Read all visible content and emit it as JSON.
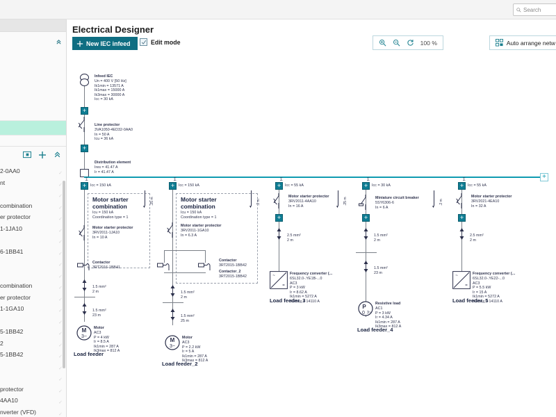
{
  "topbar": {
    "search_placeholder": "Search",
    "search_icon": "search-icon"
  },
  "left_panel": {
    "collapse_icon": "chevron-double-up-icon",
    "tools": [
      {
        "name": "new-folder-icon",
        "label": ""
      },
      {
        "name": "add-icon",
        "label": ""
      },
      {
        "name": "collapse-all-icon",
        "label": ""
      }
    ],
    "tree_items": [
      "2-0AA0",
      "nt",
      "",
      " combination",
      "er protector",
      "1-1JA10",
      "",
      "6-1BB41",
      "",
      "",
      " combination",
      "er protector",
      "1-1GA10",
      "",
      "5-1BB42",
      "2",
      "5-1BB42",
      "",
      "",
      " protector",
      "4AA10",
      "nverter (VFD)"
    ]
  },
  "header": {
    "title": "Electrical Designer",
    "new_infeed_label": "New IEC infeed",
    "new_infeed_icon": "plus-icon",
    "edit_mode_label": "Edit mode",
    "edit_mode_checked": true,
    "zoom_in_icon": "zoom-in-icon",
    "zoom_out_icon": "zoom-out-icon",
    "zoom_reset_icon": "zoom-reset-icon",
    "zoom_level": "100 %",
    "auto_arrange_label": "Auto arrange netw",
    "auto_arrange_icon": "grid-icon"
  },
  "busbar": {
    "add_button_label": "+",
    "color": "#0e9ab0"
  },
  "diagram": {
    "infeed": {
      "title": "Infeed IEC",
      "lines": [
        "Un = 400 V [50 Hz]",
        "Ik1min = 13571 A",
        "Ik1max = 15000 A",
        "Ik3max = 30000 A",
        "Icc = 30 kA"
      ]
    },
    "line_protector": {
      "title": "Line protector",
      "lines": [
        "3VA1050-4ED32-0AA0",
        "In = 50 A",
        "Icu = 36 kA"
      ]
    },
    "distribution": {
      "title": "Distribution element",
      "lines": [
        "Ires = 41.47 A",
        "Ir = 41.47 A"
      ]
    },
    "feeders": [
      {
        "id": "load-feeder-1",
        "icc": "Icc = 150 kA",
        "tap_len": ".25 m",
        "group_title_1": "Motor starter",
        "group_title_2": "combination",
        "group_lines": [
          "Icu = 150 kA",
          "Coordination type = 1"
        ],
        "protector_title": "Motor starter protector",
        "protector_lines": [
          "3RV2011-1JA10",
          "In = 10 A"
        ],
        "contactor_title": "Contactor",
        "contactor_lines": [
          "3RT2016-1BB41"
        ],
        "cable1": [
          "1.5 mm²",
          "2 m"
        ],
        "cable2": [
          "1.5 mm²",
          "23 m"
        ],
        "load_title": "Motor",
        "load_lines": [
          "AC3",
          "P = 4 kW",
          "Ir = 8.5 A",
          "Ik1min = 287 A",
          "Ik3max = 812 A"
        ],
        "label": "Load feeder"
      },
      {
        "id": "load-feeder-2",
        "icc": "Icc = 150 kA",
        "tap_len": ".25 m",
        "group_title_1": "Motor starter",
        "group_title_2": "combination",
        "group_lines": [
          "Icu = 150 kA",
          "Coordination type = 1"
        ],
        "protector_title": "Motor starter protector",
        "protector_lines": [
          "3RV2011-1GA10",
          "In = 6.3 A"
        ],
        "contactor_title": "Contactor",
        "contactor_lines": [
          "3RT2015-1BB42"
        ],
        "contactor2_title": "Contactor_2",
        "contactor2_lines": [
          "3RT2015-1BB42"
        ],
        "cable1": [
          "1.5 mm²",
          "2 m"
        ],
        "cable2": [
          "1.5 mm²",
          "25 m"
        ],
        "load_title": "Motor",
        "load_lines": [
          "AC3",
          "P = 2.2 kW",
          "Ir = 5 A",
          "Ik1min = 287 A",
          "Ik3max = 812 A"
        ],
        "label": "Load feeder_2"
      },
      {
        "id": "load-feeder-3",
        "icc": "Icc = 55 kA",
        "tap_len": ".2 m",
        "protector_title": "Motor starter protector",
        "protector_lines": [
          "3RV2011-4AA10",
          "In = 16 A"
        ],
        "cable1": [
          "2.5 mm²",
          "2 m"
        ],
        "load_title": "Frequency converter (...",
        "load_lines": [
          "6SL32.0-.YE1B-...0",
          "AC3",
          "P = 3 kW",
          "Ir = 8.62 A",
          "Ik1min = 5272 A",
          "Ik3max = 14110 A"
        ],
        "label": "Load feeder_3"
      },
      {
        "id": "load-feeder-4",
        "icc": "Icc = 30 kA",
        "tap_len": ".25 m",
        "protector_title": "Miniature circuit breaker",
        "protector_lines": [
          "5SY6306-6",
          "In = 6 A"
        ],
        "cable1": [
          "1.5 mm²",
          "2 m"
        ],
        "cable2": [
          "1.5 mm²",
          "23 m"
        ],
        "load_title": "Resistive load",
        "load_lines": [
          "AC1",
          "P = 3 kW",
          "Ir = 4.34 A",
          "Ik1min = 287 A",
          "Ik3max = 812 A"
        ],
        "label": "Load feeder_4"
      },
      {
        "id": "load-feeder-5",
        "icc": "Icc = 55 kA",
        "tap_len": ".2 m",
        "protector_title": "Motor starter protector",
        "protector_lines": [
          "3RV2021-4EA10",
          "In = 32 A"
        ],
        "cable1": [
          "2.5 mm²",
          "2 m"
        ],
        "load_title": "Frequency converter (...",
        "load_lines": [
          "6SL32.0-.YE22-...0",
          "AC3",
          "P = 5.5 kW",
          "Ir = 15 A",
          "Ik1min = 5272 A",
          "Ik3max = 14110 A"
        ],
        "label": "Load feeder_5"
      }
    ],
    "motor_symbol": "M 3~",
    "resistive_symbol": "P"
  }
}
